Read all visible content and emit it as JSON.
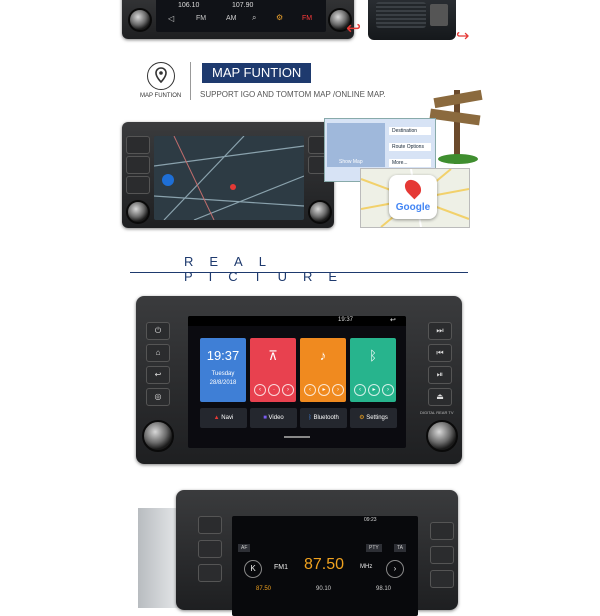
{
  "top_unit": {
    "preset_1": "106.10",
    "preset_2": "107.90",
    "labels": [
      "FM",
      "AM"
    ],
    "label_red": "FM"
  },
  "map_function": {
    "icon_caption": "MAP FUNTION",
    "badge": "MAP FUNTION",
    "subtitle": "SUPPORT IGO AND TOMTOM MAP /ONLINE MAP.",
    "navi_menu": [
      "Destination",
      "Route Options",
      "More..."
    ],
    "show_map": "Show Map",
    "google_logo": "Google"
  },
  "real_picture": {
    "title": "REAL PICTURE",
    "status_time": "19:37",
    "clock": "19:37",
    "date_line1": "Tuesday",
    "date_line2": "28/8/2018",
    "apps": [
      "Navi",
      "Video",
      "Bluetooth",
      "Settings"
    ],
    "brand_text": "DIGITAL REAR TV",
    "colors": {
      "clock_tile": "#3f7fd6",
      "radio_tile": "#e8414f",
      "music_tile": "#f08a1f",
      "bt_tile": "#27b48d"
    }
  },
  "radio_unit": {
    "status_time": "09:23",
    "band": "FM1",
    "frequency": "87.50",
    "unit": "MHz",
    "presets": [
      "87.50",
      "90.10",
      "98.10"
    ],
    "tags": [
      "AF",
      "PTY",
      "TA"
    ]
  }
}
